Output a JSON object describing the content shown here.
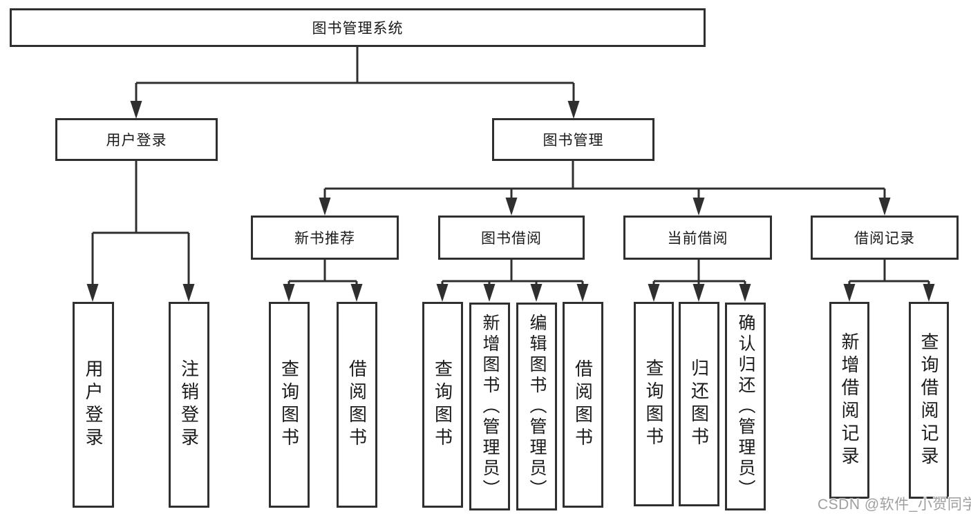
{
  "diagram_title": "图书管理系统",
  "nodes": {
    "root": "图书管理系统",
    "user_login": "用户登录",
    "book_management": "图书管理",
    "new_book_recommend": "新书推荐",
    "book_borrowing": "图书借阅",
    "current_borrowing": "当前借阅",
    "borrowing_records": "借阅记录",
    "leaf_user_login": "用户登录",
    "leaf_logout": "注销登录",
    "leaf_query_books_recommend": "查询图书",
    "leaf_borrow_books_recommend": "借阅图书",
    "leaf_query_books_borrowing": "查询图书",
    "leaf_add_books_admin": "新增图书（管理员）",
    "leaf_edit_books_admin": "编辑图书（管理员）",
    "leaf_borrow_books_borrowing": "借阅图书",
    "leaf_query_books_current": "查询图书",
    "leaf_return_books": "归还图书",
    "leaf_confirm_return_admin": "确认归还（管理员）",
    "leaf_add_borrow_record": "新增借阅记录",
    "leaf_query_borrow_record": "查询借阅记录"
  },
  "watermark": "CSDN @软件_小贺同学",
  "colors": {
    "line": "#2f2f2f",
    "box_border": "#2f2f2f",
    "text": "#1a1a1a",
    "watermark": "#9e9e9e",
    "background": "#ffffff"
  }
}
